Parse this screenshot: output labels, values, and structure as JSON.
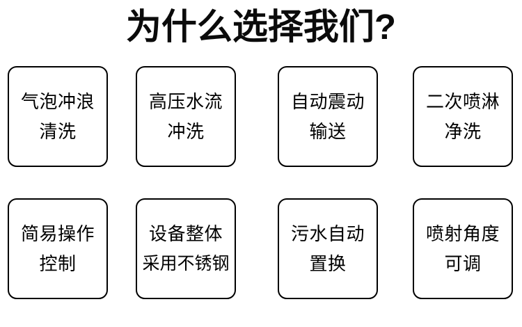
{
  "page": {
    "background_color": "#ffffff",
    "text_color": "#000000",
    "border_color": "#000000"
  },
  "header": {
    "title": "为什么选择我们?"
  },
  "features": {
    "rows": [
      {
        "cells": [
          {
            "line1": "气泡冲浪",
            "line2": "清洗"
          },
          {
            "line1": "高压水流",
            "line2": "冲洗"
          },
          {
            "line1": "自动震动",
            "line2": "输送"
          },
          {
            "line1": "二次喷淋",
            "line2": "净洗"
          }
        ]
      },
      {
        "cells": [
          {
            "line1": "简易操作",
            "line2": "控制"
          },
          {
            "line1": "设备整体",
            "line2": "采用不锈钢"
          },
          {
            "line1": "污水自动",
            "line2": "置换"
          },
          {
            "line1": "喷射角度",
            "line2": "可调"
          }
        ]
      }
    ]
  }
}
